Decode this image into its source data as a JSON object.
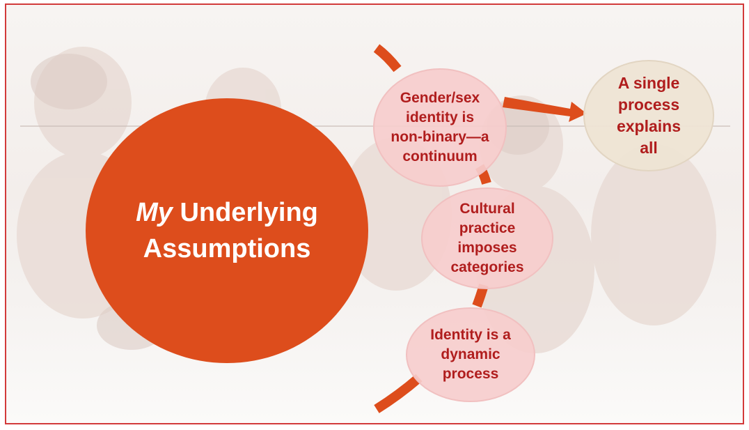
{
  "main": {
    "title_em": "My",
    "title_rest": "Underlying",
    "title_line2": "Assumptions"
  },
  "assumptions": [
    "Gender/sex identity is non-binary—a continuum",
    "Cultural practice imposes categories",
    "Identity is a dynamic process"
  ],
  "conclusion": "A single process explains all",
  "colors": {
    "primary": "#dd4d1c",
    "bubble": "#f6cdcd",
    "text_dark_red": "#b01d1d",
    "conclusion_bg": "#eee4d4",
    "border": "#d23a3a"
  }
}
